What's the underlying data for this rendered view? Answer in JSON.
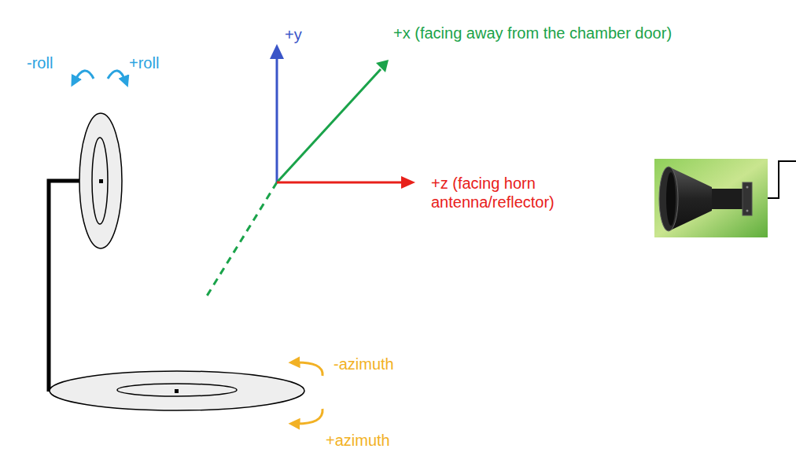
{
  "diagram": {
    "labels": [
      "-roll",
      "+roll",
      "+y",
      "+x (facing away from the chamber door)",
      "+z (facing horn antenna/reflector)",
      "-azimuth",
      "+azimuth"
    ]
  }
}
